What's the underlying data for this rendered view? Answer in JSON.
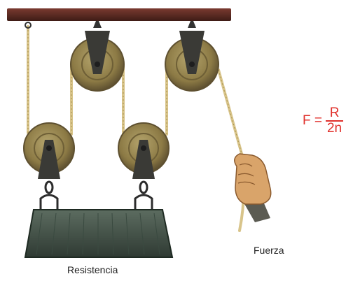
{
  "labels": {
    "effort": "Fuerza",
    "load": "Resistencia"
  },
  "formula": {
    "lhs": "F =",
    "numerator": "R",
    "denominator": "2n"
  },
  "colors": {
    "beam": "#5a2a22",
    "pulley": "#8c7a45",
    "pulley_rim": "#a8965e",
    "rope": "#d8c48a",
    "weight": "#4a5a4e",
    "formula": "#e0302b",
    "hand": "#d9a46a",
    "sleeve": "#5b5b52"
  },
  "icons": [
    "pulley-icon",
    "weight-icon",
    "hand-icon"
  ]
}
